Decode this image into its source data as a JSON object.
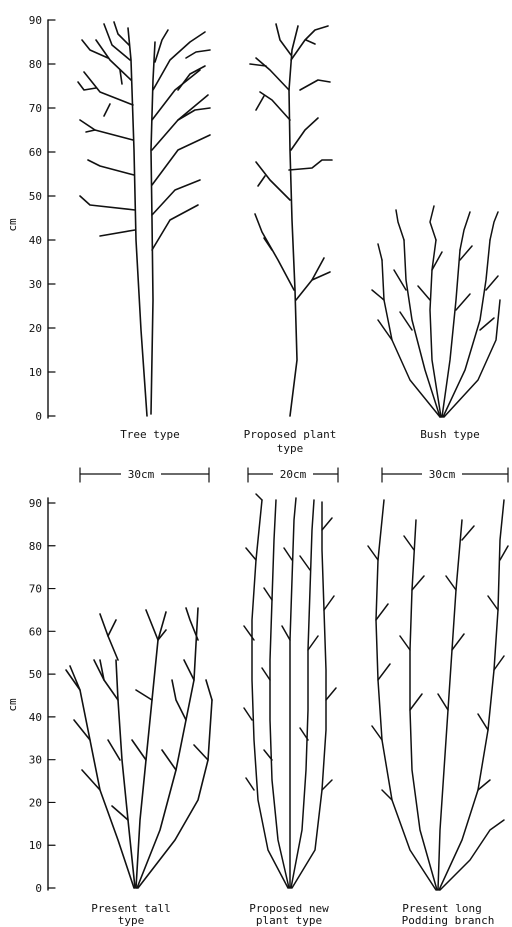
{
  "panels": {
    "top": {
      "axis": {
        "unit": "cm",
        "ticks": [
          "0",
          "10",
          "20",
          "30",
          "40",
          "50",
          "60",
          "70",
          "80",
          "90"
        ]
      },
      "plants": [
        {
          "caption": [
            "Tree type"
          ]
        },
        {
          "caption": [
            "Proposed plant",
            "type"
          ]
        },
        {
          "caption": [
            "Bush type"
          ]
        }
      ]
    },
    "bottom": {
      "axis": {
        "unit": "cm",
        "ticks": [
          "0",
          "10",
          "20",
          "30",
          "40",
          "50",
          "60",
          "70",
          "80",
          "90"
        ]
      },
      "dimensions": [
        "30cm",
        "20cm",
        "30cm"
      ],
      "plants": [
        {
          "caption": [
            "Present tall",
            "type"
          ]
        },
        {
          "caption": [
            "Proposed new",
            "plant type"
          ]
        },
        {
          "caption": [
            "Present long",
            "Podding branch"
          ]
        }
      ]
    }
  }
}
